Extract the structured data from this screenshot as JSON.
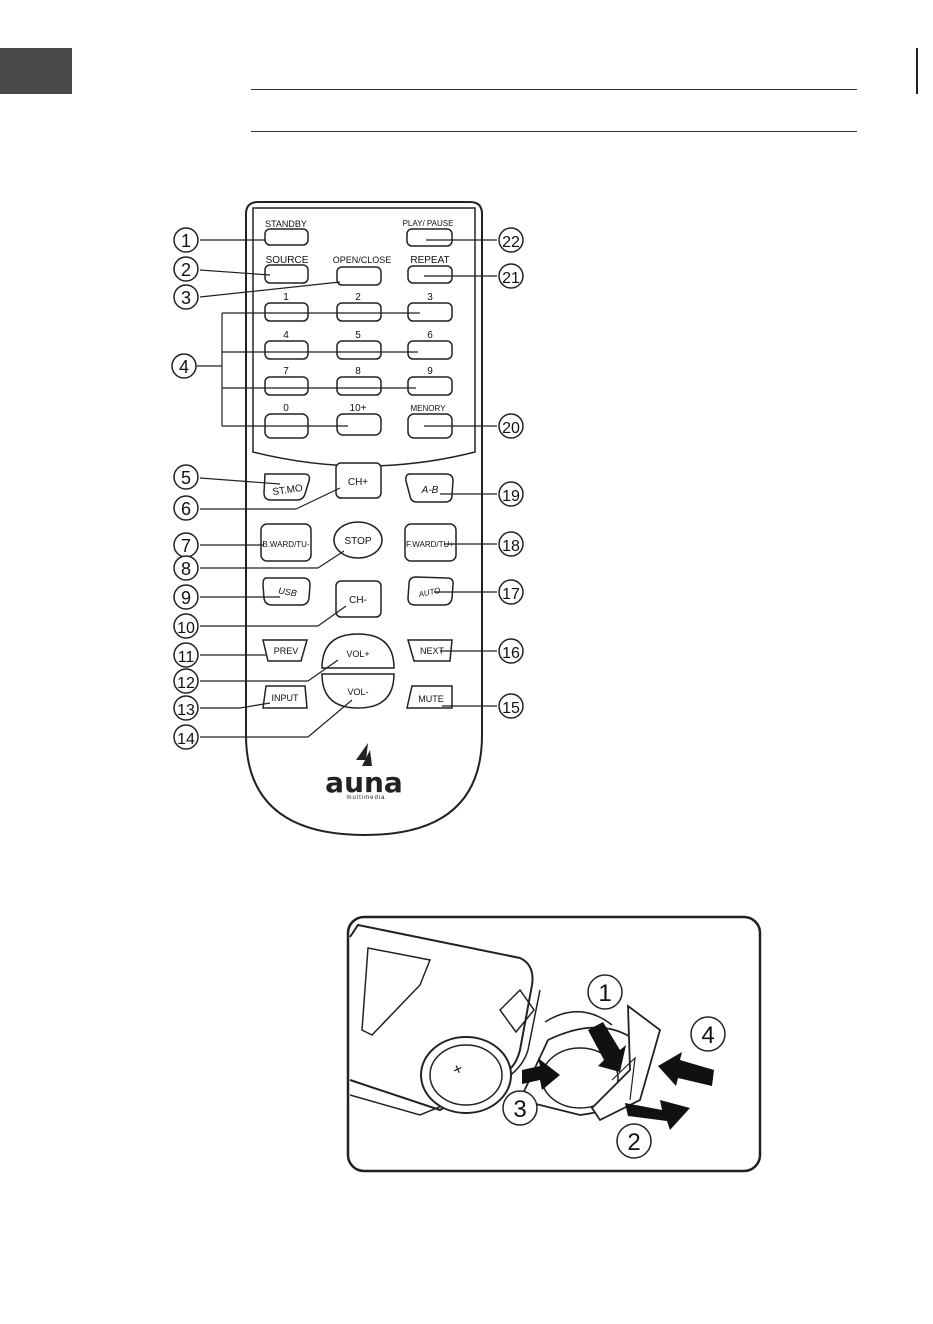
{
  "remote": {
    "buttons": {
      "standby": "STANDBY",
      "play_pause": "PLAY/ PAUSE",
      "source": "SOURCE",
      "open_close": "OPEN/CLOSE",
      "repeat": "REPEAT",
      "n1": "1",
      "n2": "2",
      "n3": "3",
      "n4": "4",
      "n5": "5",
      "n6": "6",
      "n7": "7",
      "n8": "8",
      "n9": "9",
      "n0": "0",
      "n10plus": "10+",
      "memory": "MENORY",
      "st_mo": "ST.MO",
      "ch_plus": "CH+",
      "a_b": "A-B",
      "b_ward": "B.WARD/TU-",
      "stop": "STOP",
      "f_ward": "F.WARD/TU+",
      "usb": "USB",
      "ch_minus": "CH-",
      "auto": "AUTO",
      "prev": "PREV",
      "vol_plus": "VOL+",
      "next": "NEXT",
      "input": "INPUT",
      "vol_minus": "VOL-",
      "mute": "MUTE"
    },
    "callouts": [
      "1",
      "2",
      "3",
      "4",
      "5",
      "6",
      "7",
      "8",
      "9",
      "10",
      "11",
      "12",
      "13",
      "14",
      "15",
      "16",
      "17",
      "18",
      "19",
      "20",
      "21",
      "22"
    ],
    "logo": {
      "brand": "auna",
      "tagline": "multimedia"
    }
  },
  "battery_figure": {
    "callouts": [
      "1",
      "2",
      "3",
      "4"
    ],
    "battery_mark": "+"
  }
}
